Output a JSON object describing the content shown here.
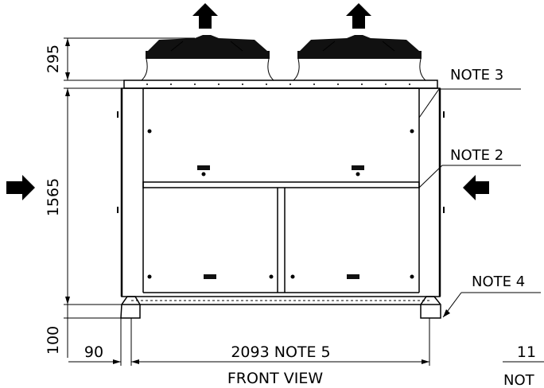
{
  "drawing": {
    "view_title": "FRONT VIEW",
    "dimensions": {
      "fan_height": "295",
      "body_height": "1565",
      "foot_height": "100",
      "side_offset": "90",
      "width": "2093 NOTE 5",
      "cut_number": "11"
    },
    "notes": {
      "note3": "NOTE 3",
      "note2": "NOTE 2",
      "note4": "NOTE 4",
      "cut_note": "NOT"
    },
    "arrows": {
      "airflow_out": "arrow-up-icon",
      "airflow_in_left": "arrow-right-icon",
      "airflow_in_right": "arrow-left-icon"
    }
  }
}
